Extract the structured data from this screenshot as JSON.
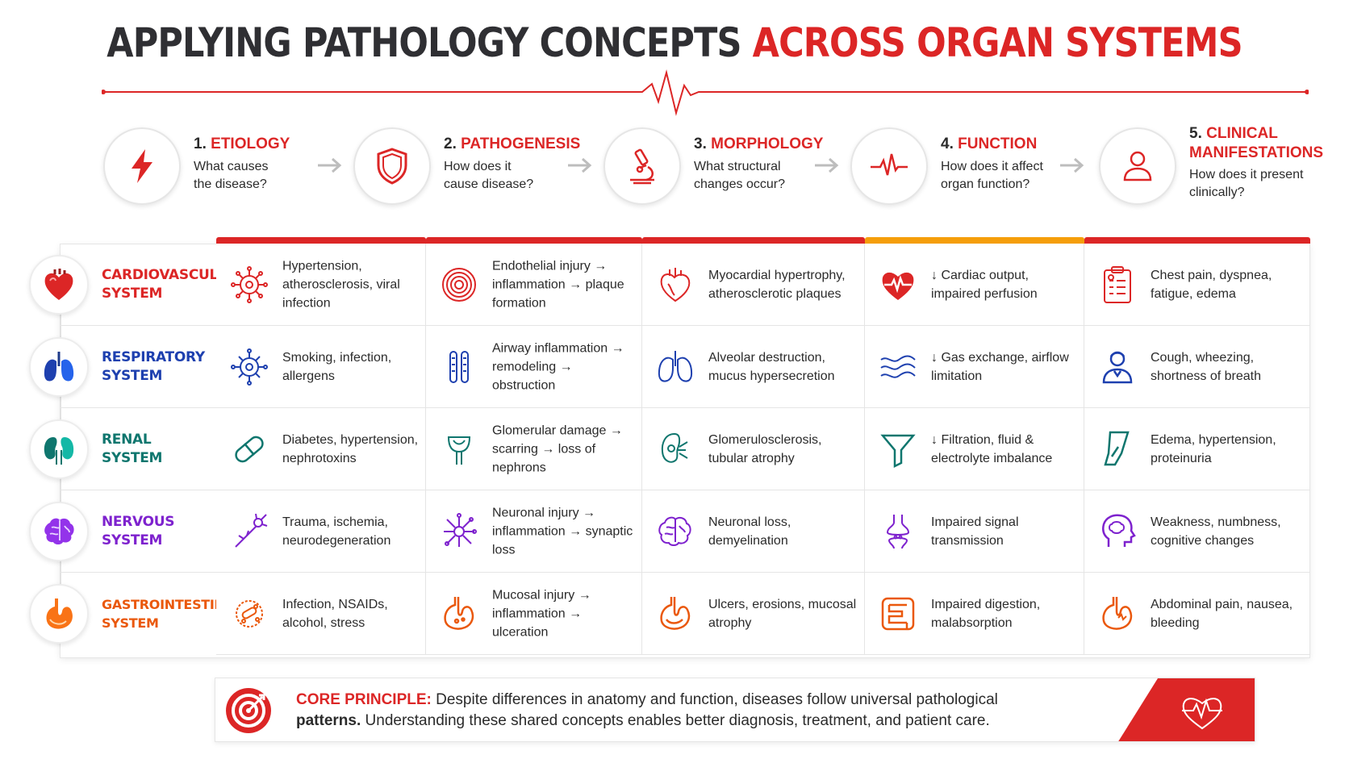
{
  "title": {
    "main": "APPLYING PATHOLOGY CONCEPTS ",
    "accent": "ACROSS ORGAN SYSTEMS"
  },
  "colors": {
    "accent": "#dc2626",
    "cardio": "#dc2626",
    "resp": "#1e40af",
    "renal": "#0f766e",
    "nervous": "#7e22ce",
    "gi": "#ea580c",
    "function_bar": "#f59e0b"
  },
  "steps": [
    {
      "num": "1.",
      "title": "ETIOLOGY",
      "desc": "What causes the disease?",
      "icon": "lightning-icon"
    },
    {
      "num": "2.",
      "title": "PATHOGENESIS",
      "desc": "How does it cause disease?",
      "icon": "shield-icon"
    },
    {
      "num": "3.",
      "title": "MORPHOLOGY",
      "desc": "What structural changes occur?",
      "icon": "microscope-icon"
    },
    {
      "num": "4.",
      "title": "FUNCTION",
      "desc": "How does it affect organ function?",
      "icon": "heartbeat-icon"
    },
    {
      "num": "5.",
      "title": "CLINICAL MANIFESTATIONS",
      "desc": "How does it present clinically?",
      "icon": "patient-icon"
    }
  ],
  "systems": [
    {
      "name_1": "CARDIOVASCULAR",
      "name_2": "SYSTEM",
      "icon": "heart-icon",
      "cells": [
        "Hypertension, atherosclerosis, viral infection",
        "Endothelial injury → inflammation → plaque formation",
        "Myocardial hypertrophy, atherosclerotic plaques",
        "↓ Cardiac output, impaired perfusion",
        "Chest pain, dyspnea, fatigue, edema"
      ]
    },
    {
      "name_1": "RESPIRATORY",
      "name_2": "SYSTEM",
      "icon": "lungs-icon",
      "cells": [
        "Smoking, infection, allergens",
        "Airway inflammation → remodeling → obstruction",
        "Alveolar destruction, mucus hypersecretion",
        "↓ Gas exchange, airflow limitation",
        "Cough, wheezing, shortness of breath"
      ]
    },
    {
      "name_1": "RENAL",
      "name_2": "SYSTEM",
      "icon": "kidney-icon",
      "cells": [
        "Diabetes, hypertension, nephrotoxins",
        "Glomerular damage → scarring → loss of nephrons",
        "Glomerulosclerosis, tubular atrophy",
        "↓ Filtration, fluid & electrolyte imbalance",
        "Edema, hypertension, proteinuria"
      ]
    },
    {
      "name_1": "NERVOUS",
      "name_2": "SYSTEM",
      "icon": "brain-icon",
      "cells": [
        "Trauma, ischemia, neurodegeneration",
        "Neuronal injury → inflammation → synaptic loss",
        "Neuronal loss, demyelination",
        "Impaired signal transmission",
        "Weakness, numbness, cognitive changes"
      ]
    },
    {
      "name_1": "GASTROINTESTINAL",
      "name_2": "SYSTEM",
      "icon": "stomach-icon",
      "cells": [
        "Infection, NSAIDs, alcohol, stress",
        "Mucosal injury → inflammation → ulceration",
        "Ulcers, erosions, mucosal atrophy",
        "Impaired digestion, malabsorption",
        "Abdominal pain, nausea, bleeding"
      ]
    }
  ],
  "core": {
    "label": "CORE PRINCIPLE:",
    "text_1": " Despite differences in anatomy and function, diseases follow universal pathological",
    "bold_2": "patterns.",
    "text_2": " Understanding these shared concepts enables better diagnosis, treatment, and patient care."
  }
}
